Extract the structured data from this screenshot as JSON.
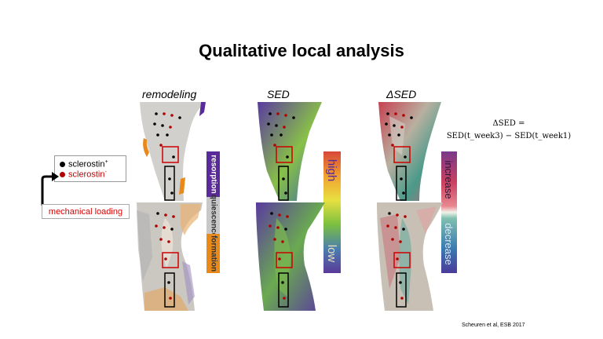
{
  "title": "Qualitative local analysis",
  "columns": {
    "remodeling": "remodeling",
    "sed": "SED",
    "delta_sed": "ΔSED"
  },
  "legend": {
    "positive": "sclerostin",
    "positive_sup": "+",
    "negative": "sclerostin",
    "negative_sup": "-",
    "mechanical_loading": "mechanical loading",
    "colors": {
      "positive": "#000000",
      "negative": "#b00000"
    }
  },
  "remodeling_scale": {
    "resorption": "resorption",
    "quiescence": "quiescence",
    "formation": "formation",
    "colors": {
      "resorption": "#5a2a9a",
      "quiescence": "#c8c8c8",
      "formation": "#e8891a"
    }
  },
  "sed_scale": {
    "high": "high",
    "low": "low"
  },
  "delta_scale": {
    "increase": "increase",
    "decrease": "decrease"
  },
  "formula": {
    "line1": "ΔSED =",
    "line2": "SED(t_week3) − SED(t_week1)"
  },
  "citation": "Scheuren et al, ESB 2017"
}
